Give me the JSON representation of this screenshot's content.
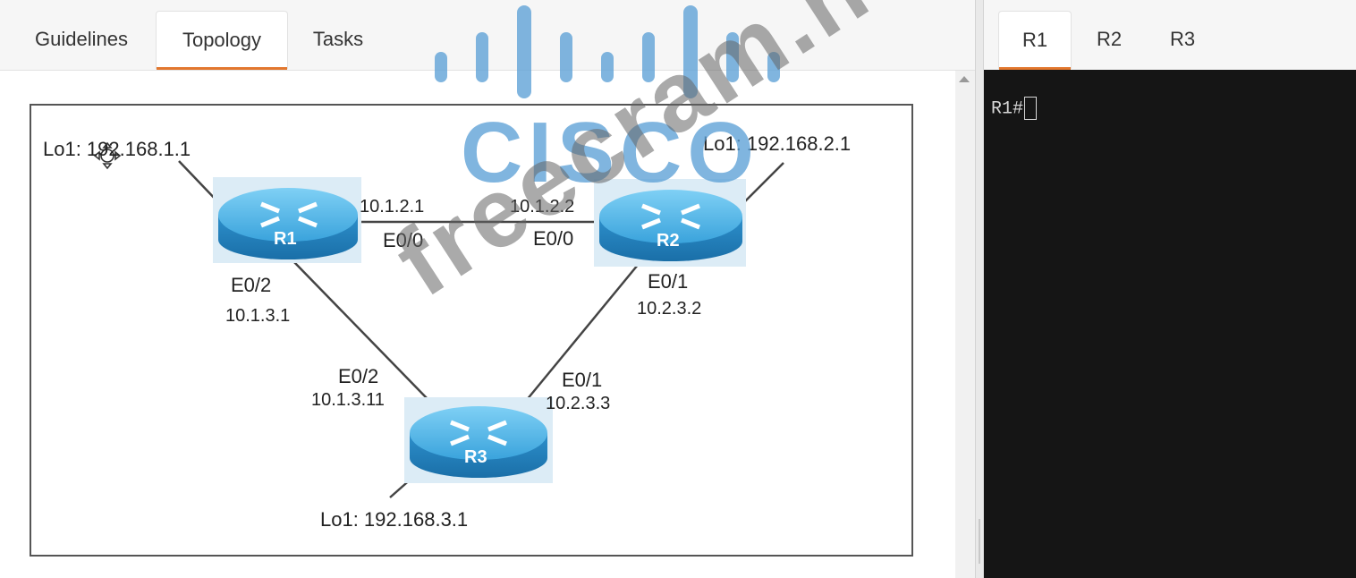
{
  "left_tabs": [
    "Guidelines",
    "Topology",
    "Tasks"
  ],
  "active_left_tab": "Topology",
  "right_tabs": [
    "R1",
    "R2",
    "R3"
  ],
  "active_right_tab": "R1",
  "terminal": {
    "prompt": "R1#"
  },
  "topology": {
    "routers": {
      "r1": {
        "name": "R1"
      },
      "r2": {
        "name": "R2"
      },
      "r3": {
        "name": "R3"
      }
    },
    "labels": {
      "r1_lo1": "Lo1: 192.168.1.1",
      "r2_lo1": "Lo1: 192.168.2.1",
      "r3_lo1": "Lo1: 192.168.3.1",
      "r1_e00_ip": "10.1.2.1",
      "r1_e00": "E0/0",
      "r2_e00_ip": "10.1.2.2",
      "r2_e00": "E0/0",
      "r1_e02": "E0/2",
      "r1_e02_ip": "10.1.3.1",
      "r2_e01": "E0/1",
      "r2_e01_ip": "10.2.3.2",
      "r3_e02": "E0/2",
      "r3_e02_ip": "10.1.3.11",
      "r3_e01": "E0/1",
      "r3_e01_ip": "10.2.3.3"
    }
  },
  "watermark": {
    "brand": "CISCO",
    "site": "freecram.net"
  },
  "colors": {
    "accent": "#e2772e",
    "router": "#4ab0e4",
    "terminal_bg": "#151515",
    "watermark_blue": "#5ca0d6"
  }
}
